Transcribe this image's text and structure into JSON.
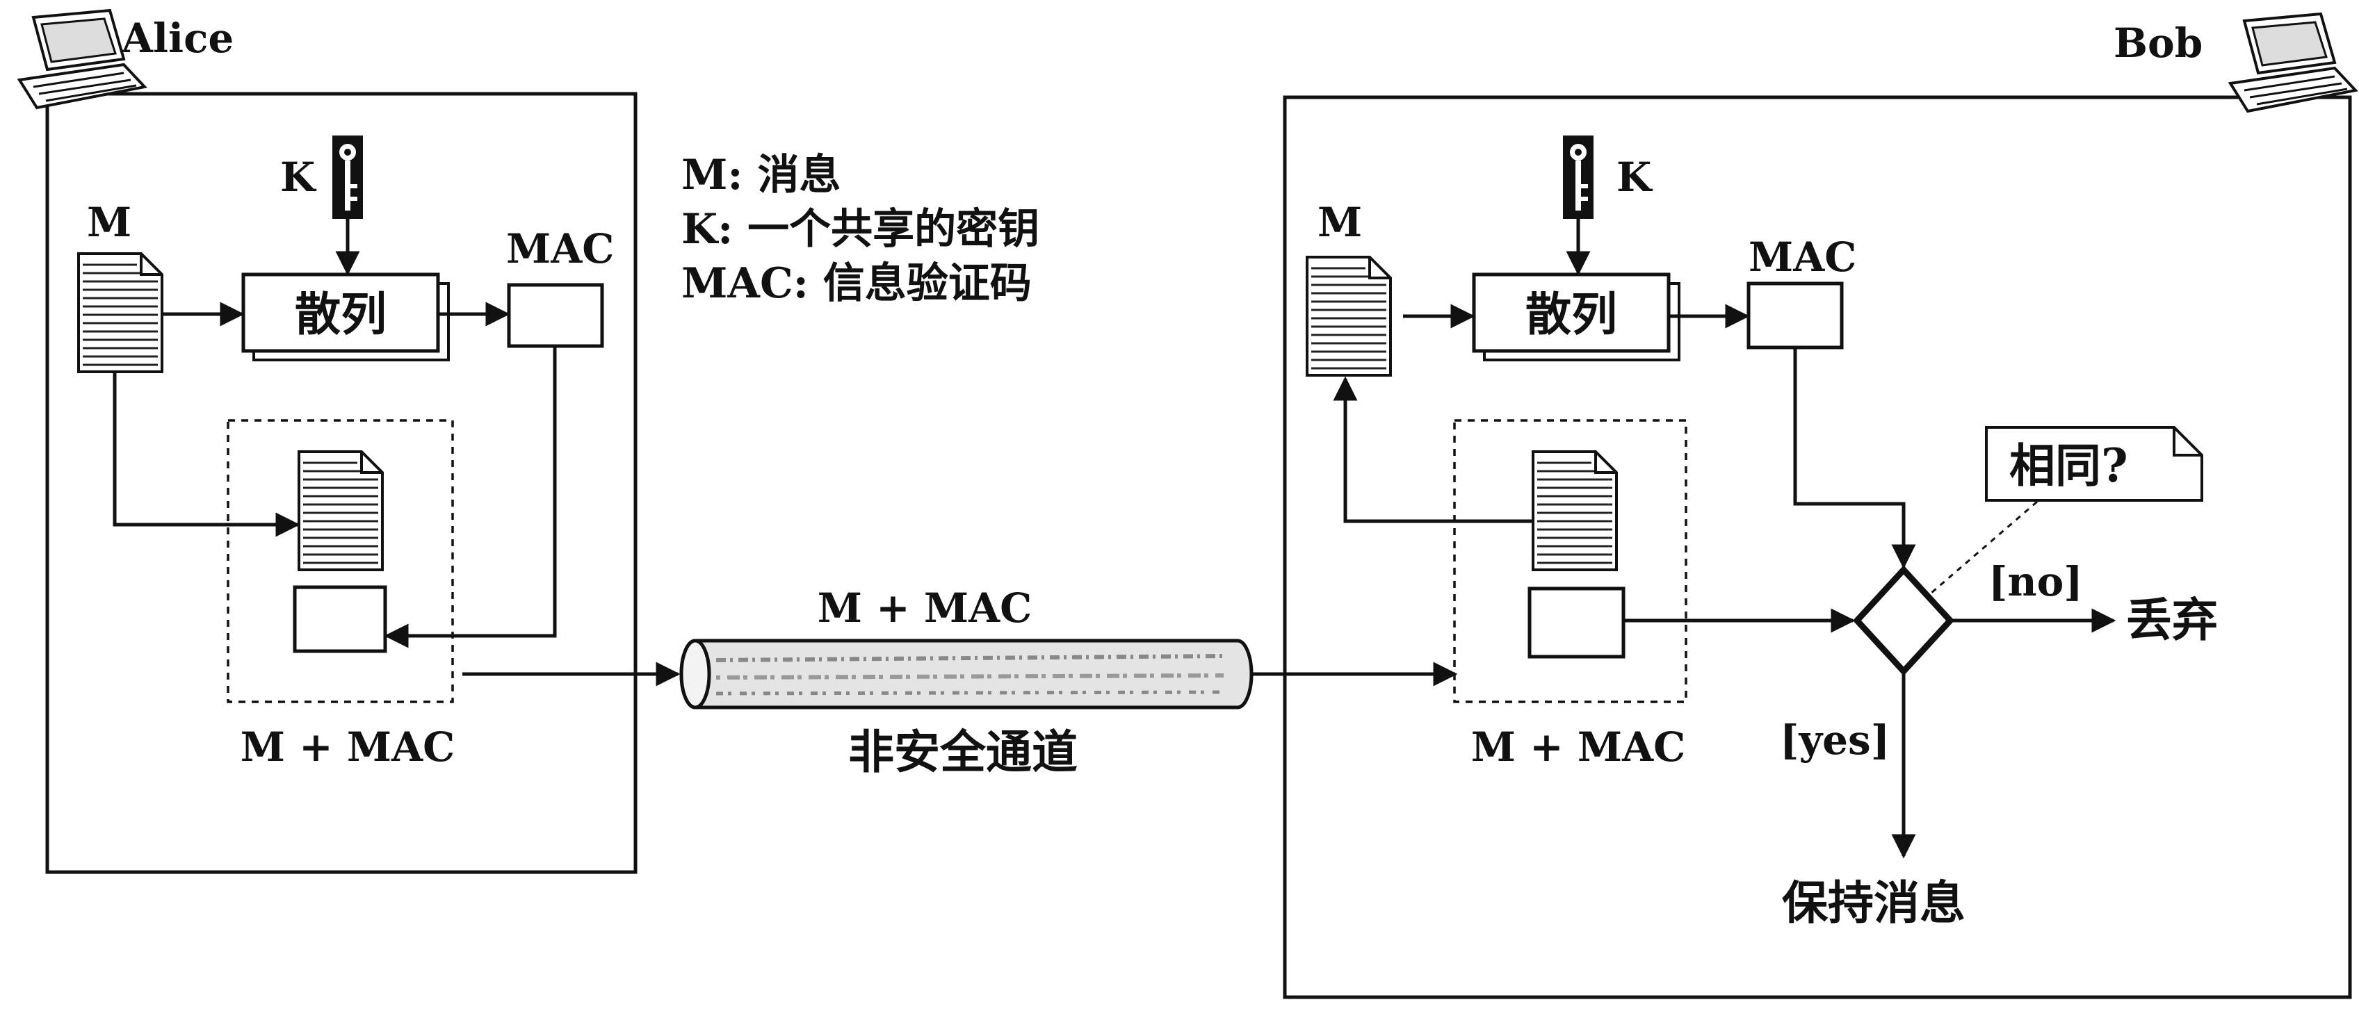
{
  "sender": {
    "name": "Alice",
    "message_label": "M",
    "key_label": "K",
    "hash_label": "散列",
    "mac_label": "MAC",
    "package_label": "M + MAC"
  },
  "receiver": {
    "name": "Bob",
    "message_label": "M",
    "key_label": "K",
    "hash_label": "散列",
    "mac_label": "MAC",
    "package_label": "M + MAC",
    "compare_note": "相同?",
    "no_label": "[no]",
    "no_outcome": "丢弃",
    "yes_label": "[yes]",
    "yes_outcome": "保持消息"
  },
  "channel": {
    "top_label": "M + MAC",
    "bottom_label": "非安全通道"
  },
  "legend": [
    "M: 消息",
    "K: 一个共享的密钥",
    "MAC: 信息验证码"
  ],
  "icons": {
    "computer": "laptop-icon",
    "key": "key-icon",
    "document": "document-icon"
  }
}
